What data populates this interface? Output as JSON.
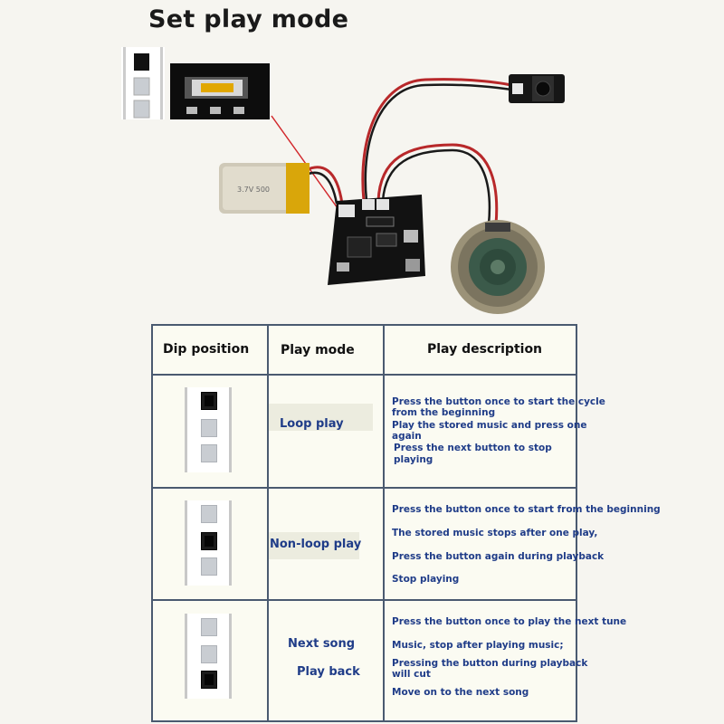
{
  "title": "Set play mode",
  "table": {
    "headers": {
      "dip": "Dip position",
      "mode": "Play mode",
      "desc": "Play description"
    },
    "rows": [
      {
        "mode": "Loop play",
        "dip_on": 0,
        "desc": [
          "Press the button once to start the cycle",
          "from the beginning",
          "Play the stored music and press one",
          "again",
          "Press the next button to stop",
          "playing"
        ]
      },
      {
        "mode": "Non-loop play",
        "dip_on": 1,
        "desc": [
          "Press the button once to start from the beginning",
          "The stored music stops after one play,",
          "Press the button again during playback",
          "Stop playing"
        ]
      },
      {
        "mode_line1": "Next song",
        "mode_line2": "Play back",
        "dip_on": 2,
        "desc": [
          "Press the button once to play the next tune",
          "Music, stop after playing music;",
          "Pressing the button during playback",
          "will cut",
          "Move on to the next song"
        ]
      }
    ]
  },
  "colors": {
    "text_blue": "#1f3c88",
    "grid": "#4a5a70",
    "board": "#151515",
    "wire_red": "#c0302a"
  }
}
